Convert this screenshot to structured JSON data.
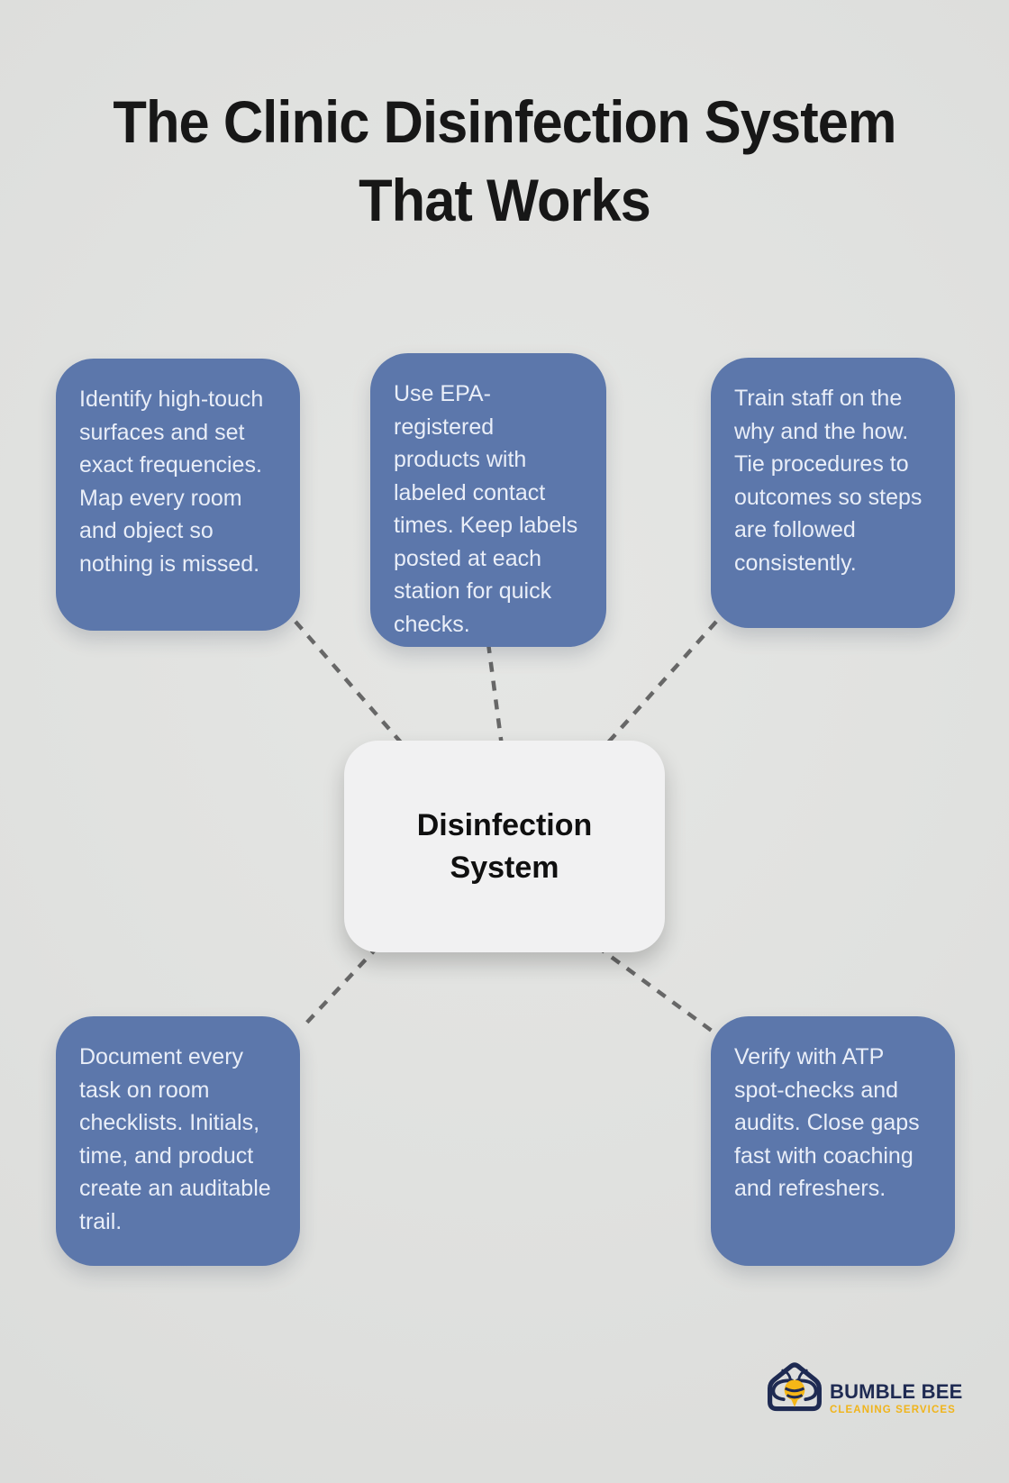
{
  "title": "The Clinic Disinfection System That Works",
  "center_node": {
    "label": "Disinfection System"
  },
  "boxes": [
    {
      "id": "identify-surfaces",
      "text": "Identify high-touch surfaces and set exact frequencies. Map every room and object so nothing is missed."
    },
    {
      "id": "epa-products",
      "text": "Use EPA-registered products with labeled contact times. Keep labels posted at each station for quick checks."
    },
    {
      "id": "train-staff",
      "text": "Train staff on the why and the how. Tie procedures to outcomes so steps are followed consistently."
    },
    {
      "id": "document-tasks",
      "text": "Document every task on room checklists. Initials, time, and product create an auditable trail."
    },
    {
      "id": "verify-audits",
      "text": "Verify with ATP spot-checks and audits. Close gaps fast with coaching and refreshers."
    }
  ],
  "logo": {
    "brand": "BUMBLE BEE",
    "tagline": "CLEANING SERVICES"
  },
  "colors": {
    "background": "#e0e1df",
    "topic_box_blue": "#5c77ab",
    "topic_box_text": "#e9eef8",
    "center_node_bg": "#f1f1f2",
    "title_text": "#171717",
    "connector_gray": "#676767",
    "logo_navy": "#1e2a52",
    "logo_gold": "#f5b717"
  }
}
